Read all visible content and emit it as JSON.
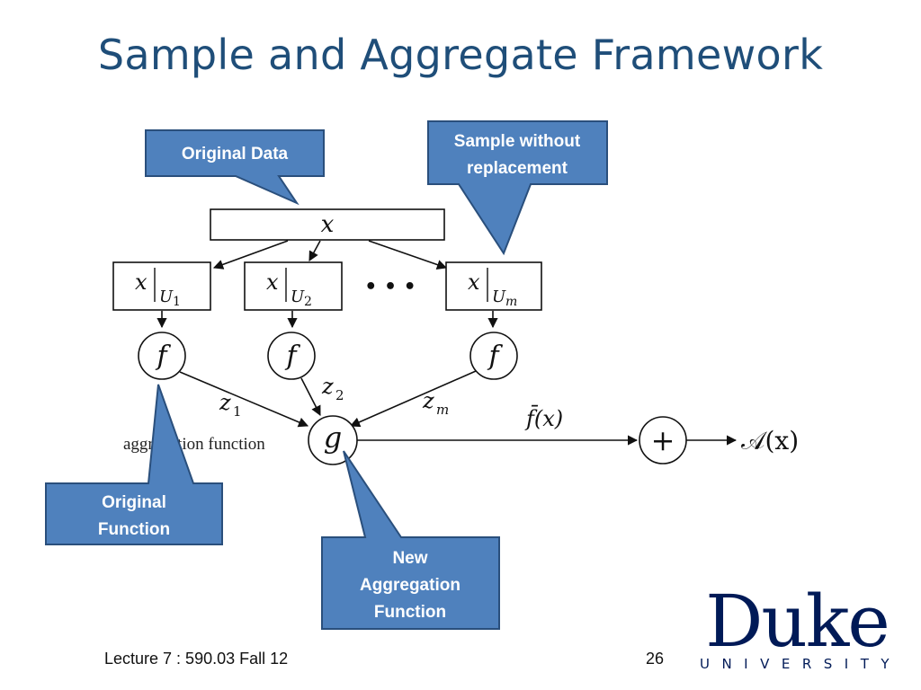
{
  "slide": {
    "title": "Sample and Aggregate Framework",
    "footer_lecture": "Lecture 7 : 590.03 Fall 12",
    "page_number": "26"
  },
  "diagram": {
    "input": "x",
    "subsets": [
      {
        "var": "x",
        "sub_letter": "U",
        "sub_index": "1"
      },
      {
        "var": "x",
        "sub_letter": "U",
        "sub_index": "2"
      },
      {
        "var": "x",
        "sub_letter": "U",
        "sub_index": "m"
      }
    ],
    "ellipsis": "• • •",
    "function_label": "f",
    "outputs": [
      {
        "letter": "z",
        "index": "1"
      },
      {
        "letter": "z",
        "index": "2"
      },
      {
        "letter": "z",
        "index": "m"
      }
    ],
    "aggregator": "g",
    "aggregation_caption": "aggregation function",
    "aggregate_output": "f̄(x)",
    "plus": "+",
    "final_output": "𝒜(x)"
  },
  "callouts": {
    "original_data": "Original Data",
    "sample_without_replacement": [
      "Sample without",
      "replacement"
    ],
    "original_function": [
      "Original",
      "Function"
    ],
    "new_aggregation_function": [
      "New",
      "Aggregation",
      "Function"
    ]
  },
  "colors": {
    "title": "#1f4e79",
    "callout_fill": "#4f81bd",
    "callout_border": "#2a4f7c",
    "duke_navy": "#001a57"
  },
  "logo": {
    "word": "Duke",
    "subtitle": "UNIVERSITY"
  }
}
